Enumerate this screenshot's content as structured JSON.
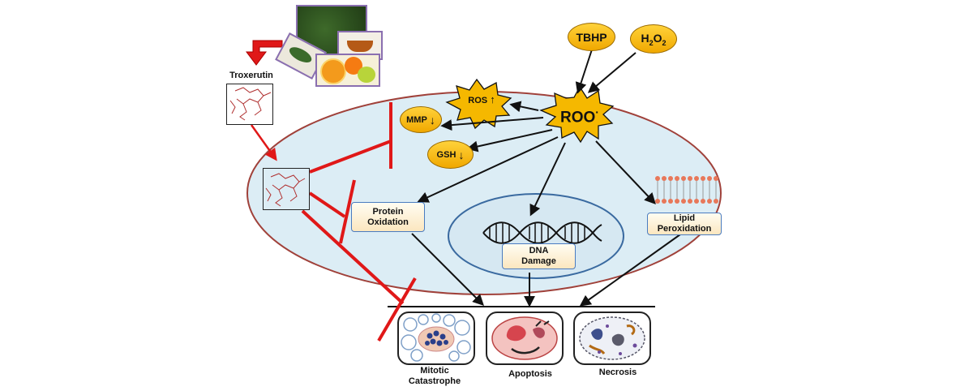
{
  "diagram": {
    "source_compound": "Troxerutin",
    "oxidants": [
      {
        "label": "TBHP"
      },
      {
        "label_main": "H",
        "sub1": "2",
        "mid": "O",
        "sub2": "2"
      }
    ],
    "radical": {
      "label": "ROO",
      "dot": "·"
    },
    "effects": [
      {
        "label": "ROS",
        "arrow": "↑"
      },
      {
        "label": "MMP",
        "arrow": "↓"
      },
      {
        "label": "GSH",
        "arrow": "↓"
      }
    ],
    "damage": {
      "protein": {
        "line1": "Protein",
        "line2": "Oxidation"
      },
      "dna": {
        "line1": "DNA",
        "line2": "Damage"
      },
      "lipid": {
        "line1": "Lipid",
        "line2": "Peroxidation"
      }
    },
    "outcomes": [
      {
        "line1": "Mitotic",
        "line2": "Catastrophe"
      },
      {
        "line1": "Apoptosis",
        "line2": ""
      },
      {
        "line1": "Necrosis",
        "line2": ""
      }
    ],
    "colors": {
      "cell_fill": "#dcedf5",
      "cell_border": "#a0413a",
      "inhibition": "#e01818",
      "oval_fill": "#f5b800",
      "box_border": "#4a7cc0"
    }
  }
}
